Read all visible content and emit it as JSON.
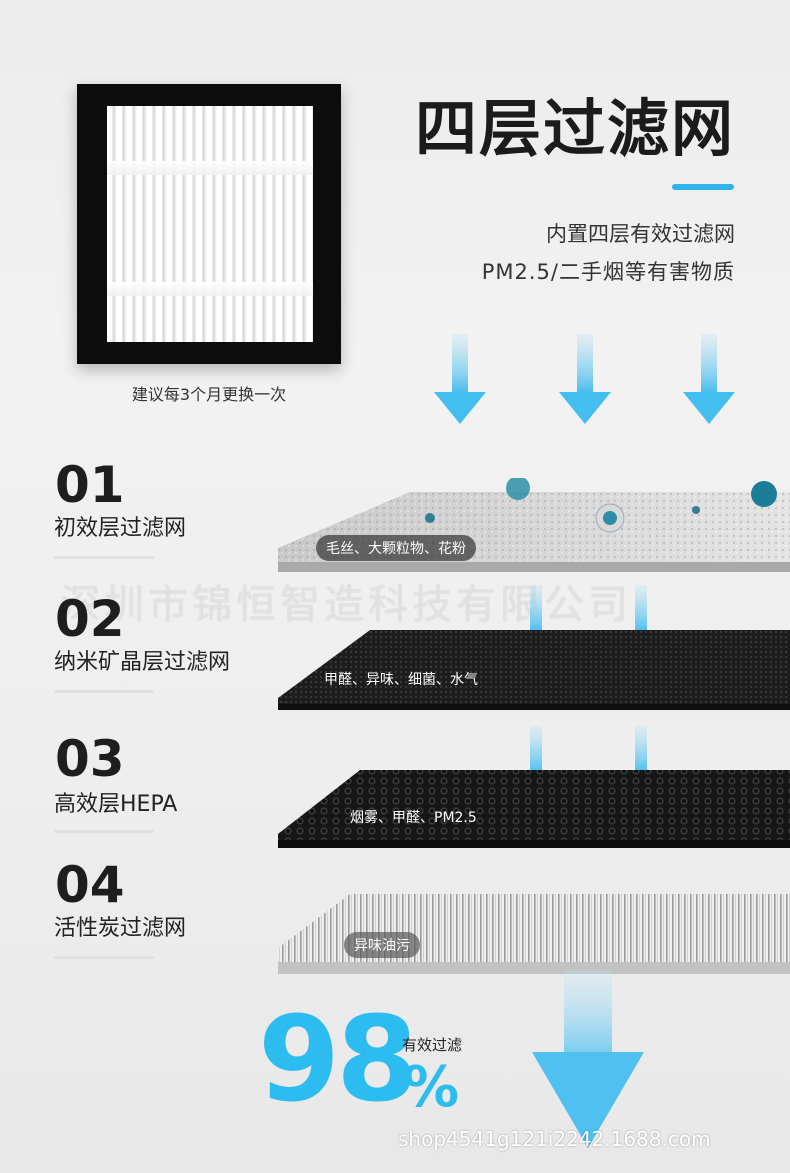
{
  "heading": {
    "title": "四层过滤网",
    "subtitle_line1": "内置四层有效过滤网",
    "subtitle_line2": "PM2.5/二手烟等有害物质",
    "accent_color": "#2fb4ec"
  },
  "product": {
    "replace_note": "建议每3个月更换一次"
  },
  "layers": [
    {
      "number": "01",
      "name": "初效层过滤网",
      "tag": "毛丝、大颗粒物、花粉"
    },
    {
      "number": "02",
      "name": "纳米矿晶层过滤网",
      "tag": "甲醛、异味、细菌、水气"
    },
    {
      "number": "03",
      "name": "高效层HEPA",
      "tag": "烟雾、甲醛、PM2.5"
    },
    {
      "number": "04",
      "name": "活性炭过滤网",
      "tag": "异味油污"
    }
  ],
  "watermark": "深圳市锦恒智造科技有限公司",
  "efficiency": {
    "value": "98",
    "unit": "%",
    "label": "有效过滤",
    "color": "#2dbcef"
  },
  "shop_url": "shop4541g121i2242.1688.com"
}
